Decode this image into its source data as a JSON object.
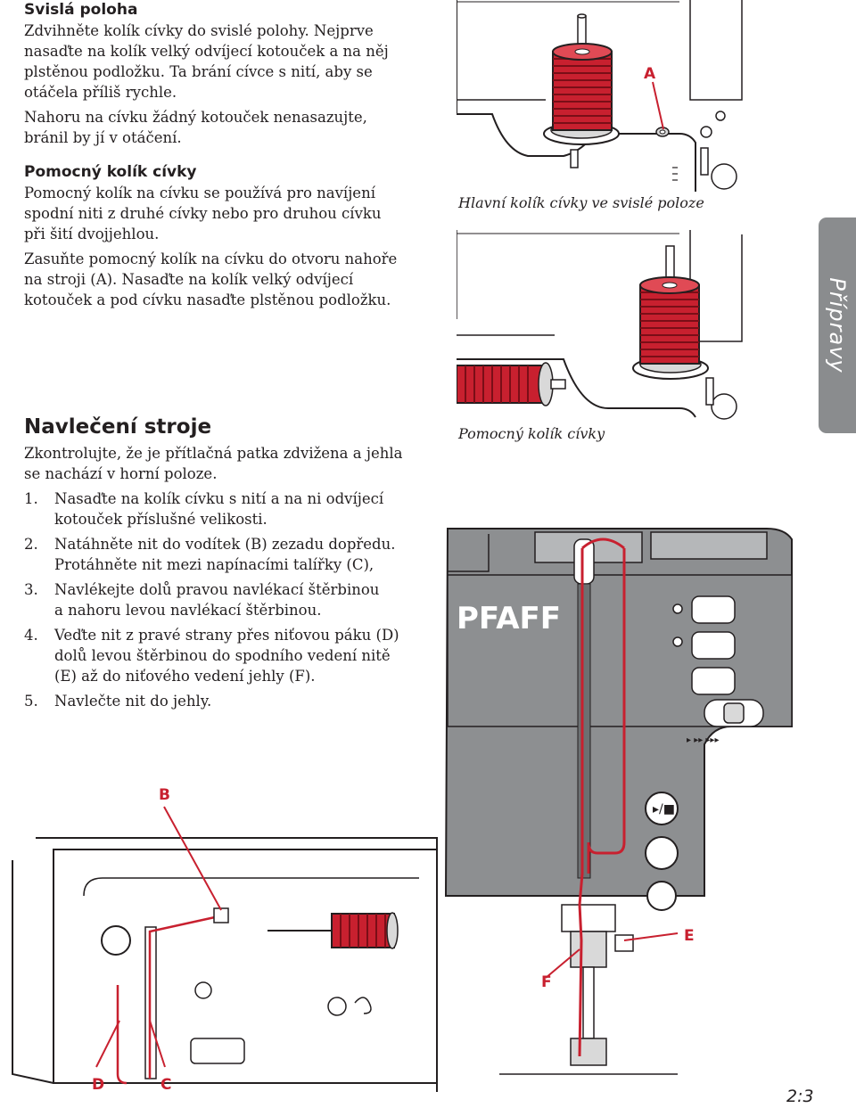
{
  "section1": {
    "title": "Svislá poloha",
    "p1": [
      "Zdvihněte kolík cívky do svislé polohy. Nejprve",
      "nasaďte na kolík velký odvíjecí kotouček a na něj",
      "plstěnou podložku. Ta brání cívce s nití, aby se",
      "otáčela příliš rychle."
    ],
    "p2": [
      "Nahoru na cívku žádný kotouček nenasazujte,",
      "bránil by jí v otáčení."
    ]
  },
  "section2": {
    "title": "Pomocný kolík cívky",
    "p1": [
      "Pomocný kolík na cívku se používá pro navíjení",
      "spodní niti z druhé cívky nebo pro druhou cívku",
      "při šití dvojjehlou."
    ],
    "p2": [
      "Zasuňte pomocný kolík na cívku do otvoru nahoře",
      "na stroji (A). Nasaďte na kolík velký odvíjecí",
      "kotouček a pod cívku nasaďte plstěnou podložku."
    ]
  },
  "section3": {
    "title": "Navlečení stroje",
    "intro": [
      "Zkontrolujte, že je přítlačná patka zdvižena a jehla",
      "se nachází v horní poloze."
    ],
    "steps": [
      {
        "num": "1.",
        "lines": [
          "Nasaďte na kolík cívku s nití a na ni odvíjecí",
          "kotouček příslušné velikosti."
        ]
      },
      {
        "num": "2.",
        "lines": [
          "Natáhněte nit do vodítek (B) zezadu dopředu.",
          "Protáhněte nit mezi napínacími talířky (C),"
        ]
      },
      {
        "num": "3.",
        "lines": [
          "Navlékejte dolů pravou navlékací štěrbinou",
          "a nahoru levou navlékací štěrbinou."
        ]
      },
      {
        "num": "4.",
        "lines": [
          "Veďte nit z pravé strany přes niťovou páku (D)",
          "dolů levou štěrbinou do spodního vedení nitě",
          "(E) až do niťového vedení jehly (F)."
        ]
      },
      {
        "num": "5.",
        "lines": [
          "Navlečte nit do jehly."
        ]
      }
    ]
  },
  "captions": {
    "fig1": "Hlavní kolík cívky ve svislé poloze",
    "fig2": "Pomocný kolík cívky"
  },
  "figure_labels": {
    "a": "A",
    "b": "B",
    "c": "C",
    "d": "D",
    "e": "E",
    "f": "F"
  },
  "brand": "PFAFF",
  "side_tab": "Přípravy",
  "page_number": "2:3",
  "colors": {
    "thread_red": "#c8202f",
    "tab_gray": "#8a8c8e",
    "machine_gray": "#8d8f91"
  }
}
